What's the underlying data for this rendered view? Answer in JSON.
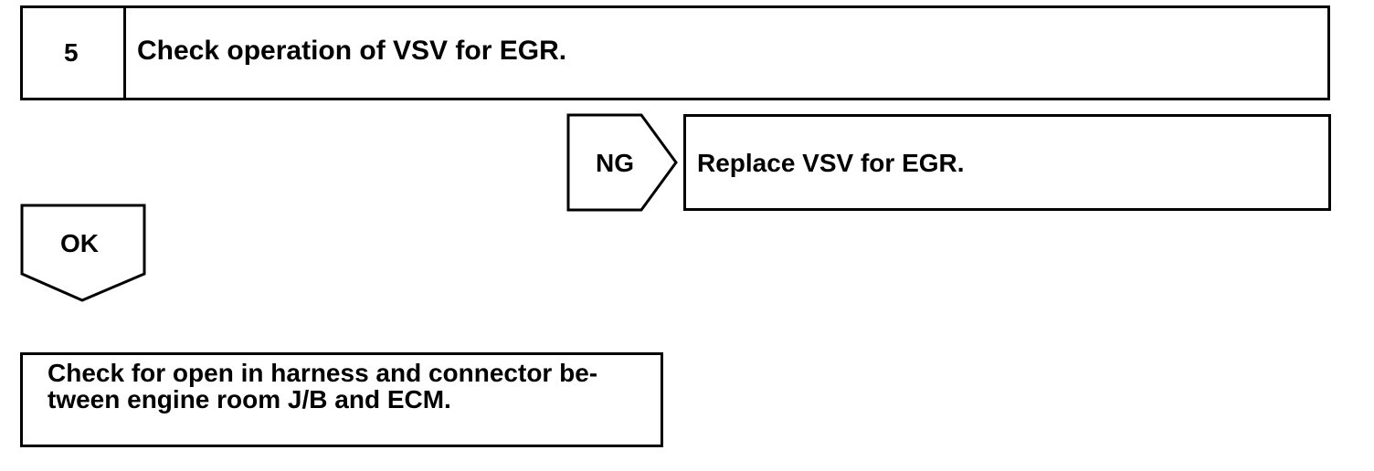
{
  "step": {
    "number": "5",
    "title": "Check operation of VSV for EGR."
  },
  "ng_branch": {
    "label": "NG",
    "action": "Replace VSV for EGR."
  },
  "ok_branch": {
    "label": "OK",
    "action_lines": [
      "Check for open in harness and connector be-",
      "tween engine room J/B and ECM."
    ]
  }
}
